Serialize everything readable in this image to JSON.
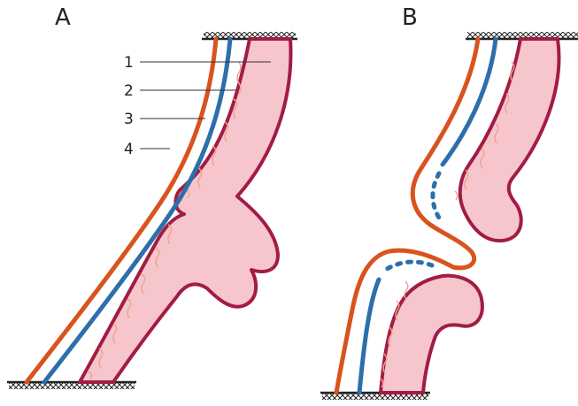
{
  "panels": [
    {
      "label": "A"
    },
    {
      "label": "B"
    }
  ],
  "layer_labels": [
    "1",
    "2",
    "3",
    "4"
  ],
  "colors": {
    "outer_orange": "#D9531E",
    "blue": "#2C6FAB",
    "dark_red": "#A21C45",
    "fill_pink": "#F6C6CC",
    "fiber": "#EBA48A",
    "fixture": "#222222",
    "leader": "#333333",
    "background": "#FFFFFF"
  },
  "icons": [
    "crosshatch-fixture-icon"
  ]
}
